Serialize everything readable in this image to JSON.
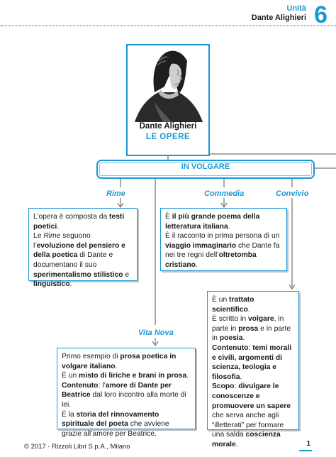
{
  "header": {
    "unit_label": "Unità",
    "author": "Dante Alighieri",
    "unit_number": "6"
  },
  "portrait": {
    "name": "Dante Alighieri",
    "subtitle": "LE  OPERE"
  },
  "banner": {
    "label": "IN VOLGARE"
  },
  "works": {
    "rime": {
      "title": "Rime",
      "segments": [
        {
          "t": "L’opera è composta da ",
          "b": false
        },
        {
          "t": "testi poetici",
          "b": true
        },
        {
          "t": ".",
          "b": false
        },
        {
          "br": true
        },
        {
          "t": "Le ",
          "b": false
        },
        {
          "t": "Rime",
          "b": false,
          "i": true
        },
        {
          "t": " seguono l’",
          "b": false
        },
        {
          "t": "evoluzione del pensiero e della poetica",
          "b": true
        },
        {
          "t": " di Dante e documentano il suo ",
          "b": false
        },
        {
          "t": "sperimentalismo stilistico",
          "b": true
        },
        {
          "t": " e ",
          "b": false
        },
        {
          "t": "linguistico",
          "b": true
        },
        {
          "t": ".",
          "b": false
        }
      ]
    },
    "commedia": {
      "title": "Commedia",
      "segments": [
        {
          "t": "È ",
          "b": false
        },
        {
          "t": "il più grande poema della letteratura italiana",
          "b": true
        },
        {
          "t": ".",
          "b": false
        },
        {
          "br": true
        },
        {
          "t": "È il racconto in prima persona di un ",
          "b": false
        },
        {
          "t": "viaggio immaginario",
          "b": true
        },
        {
          "t": " che Dante fa nei tre regni dell’",
          "b": false
        },
        {
          "t": "oltretomba cristiano",
          "b": true
        },
        {
          "t": ".",
          "b": false
        }
      ]
    },
    "convivio": {
      "title": "Convivio",
      "segments": [
        {
          "t": "È un ",
          "b": false
        },
        {
          "t": "trattato scientifico",
          "b": true
        },
        {
          "t": ".",
          "b": false
        },
        {
          "br": true
        },
        {
          "t": "È scritto in ",
          "b": false
        },
        {
          "t": "volgare",
          "b": true
        },
        {
          "t": ", in parte in ",
          "b": false
        },
        {
          "t": "prosa",
          "b": true
        },
        {
          "t": " e in parte in ",
          "b": false
        },
        {
          "t": "poesia",
          "b": true
        },
        {
          "t": ".",
          "b": false
        },
        {
          "br": true
        },
        {
          "t": "Contenuto",
          "b": true
        },
        {
          "t": ": ",
          "b": false
        },
        {
          "t": "temi morali e civili, argomenti di scienza, teologia e filosofia",
          "b": true
        },
        {
          "t": ".",
          "b": false
        },
        {
          "br": true
        },
        {
          "t": "Scopo",
          "b": true
        },
        {
          "t": ": ",
          "b": false
        },
        {
          "t": "divulgare le conoscenze e promuovere un sapere",
          "b": true
        },
        {
          "t": " che serva anche agli “illetterati” per formare una salda ",
          "b": false
        },
        {
          "t": "coscienza morale",
          "b": true
        },
        {
          "t": ".",
          "b": false
        }
      ]
    },
    "vita_nova": {
      "title": "Vita Nova",
      "segments": [
        {
          "t": "Primo esempio di ",
          "b": false
        },
        {
          "t": "prosa poetica in volgare italiano",
          "b": true
        },
        {
          "t": ".",
          "b": false
        },
        {
          "br": true
        },
        {
          "t": "È un ",
          "b": false
        },
        {
          "t": "misto di liriche e brani in prosa",
          "b": true
        },
        {
          "t": ".",
          "b": false
        },
        {
          "br": true
        },
        {
          "t": "Contenuto",
          "b": true
        },
        {
          "t": ": l’",
          "b": false
        },
        {
          "t": "amore di Dante per Beatrice",
          "b": true
        },
        {
          "t": " dal loro incontro alla morte di lei.",
          "b": false
        },
        {
          "br": true
        },
        {
          "t": "È la ",
          "b": false
        },
        {
          "t": "storia del rinnovamento spirituale del poeta",
          "b": true
        },
        {
          "t": " che avviene grazie all’amore per Beatrice.",
          "b": false
        }
      ]
    }
  },
  "footer": {
    "copyright": "© 2017 - Rizzoli Libri S.p.A., Milano",
    "page_number": "1"
  },
  "colors": {
    "accent": "#1b98d5",
    "text": "#1a1a1a"
  }
}
